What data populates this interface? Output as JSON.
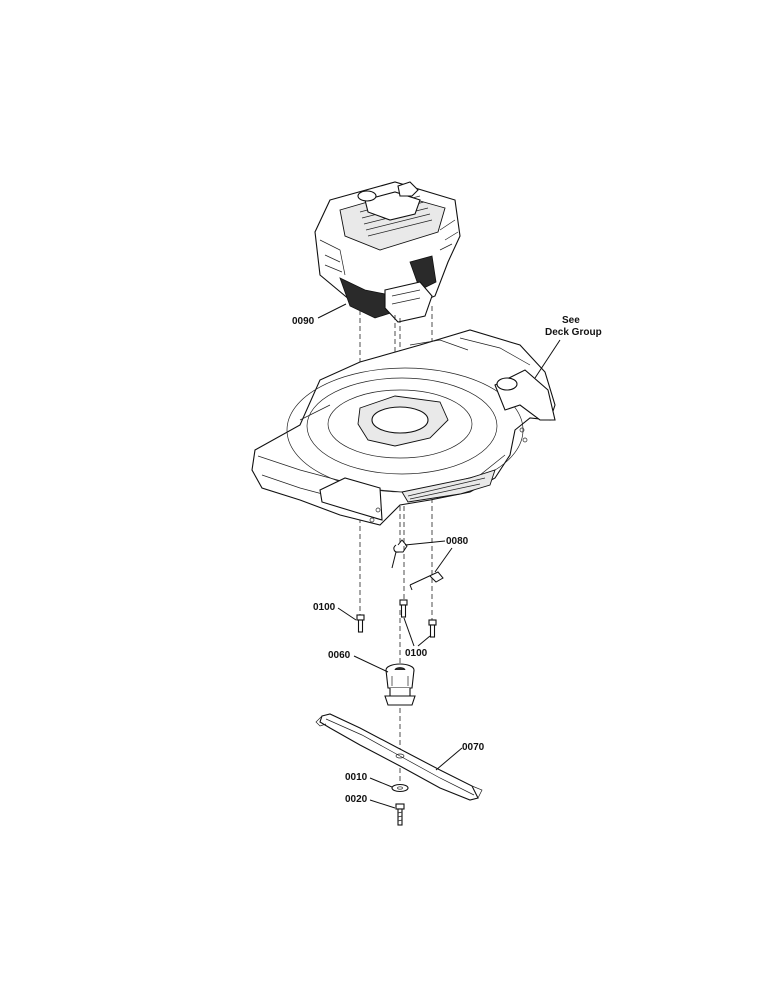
{
  "labels": {
    "engine": "0090",
    "see_line1": "See",
    "see_line2": "Deck Group",
    "spring": "0080",
    "bolt_left": "0100",
    "bolt_right": "0100",
    "adapter": "0060",
    "blade": "0070",
    "washer": "0010",
    "blade_bolt": "0020"
  }
}
